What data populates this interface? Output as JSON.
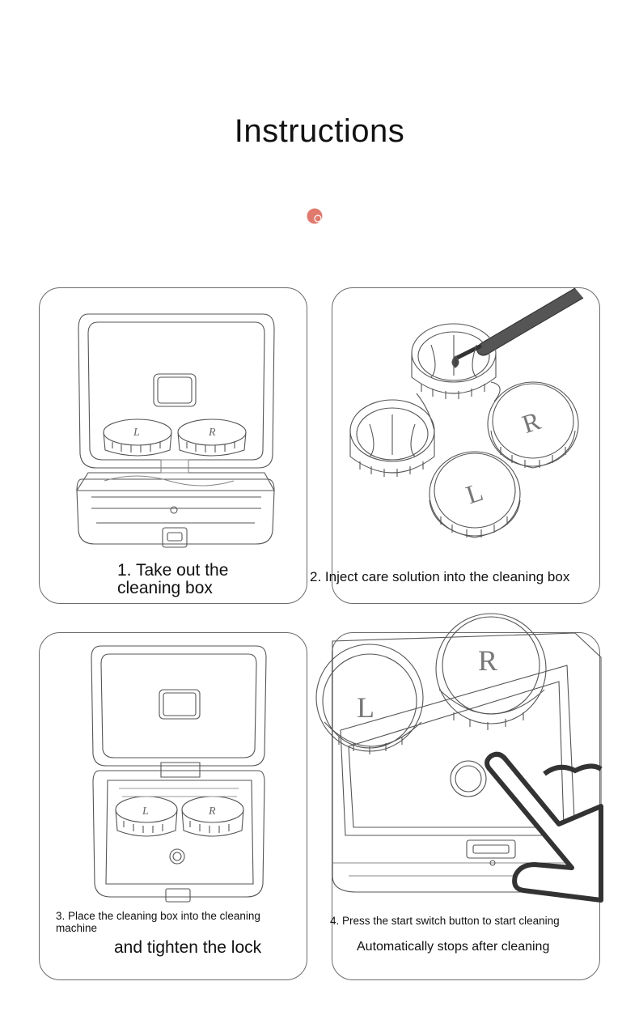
{
  "page": {
    "title": "Instructions",
    "accent_color": "#e07a6e"
  },
  "steps": [
    {
      "caption": "1. Take out the cleaning box"
    },
    {
      "caption": "2. Inject care solution into the cleaning box"
    },
    {
      "caption_line1": "3. Place the cleaning box into the cleaning machine",
      "caption_line2": "and tighten the lock"
    },
    {
      "caption_line1": "4. Press the start switch button to start cleaning",
      "caption_line2": "Automatically stops after cleaning"
    }
  ],
  "labels": {
    "left": "L",
    "right": "R"
  },
  "icons": [
    "red-dot-icon",
    "dropper-icon",
    "finger-press-icon"
  ]
}
